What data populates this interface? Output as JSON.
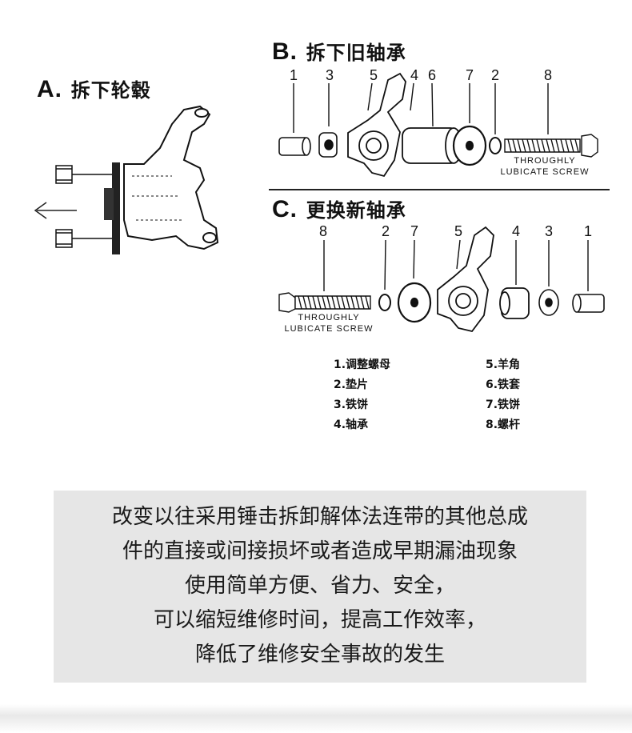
{
  "section_a": {
    "letter": "A.",
    "title": "拆下轮毂"
  },
  "section_b": {
    "letter": "B.",
    "title": "拆下旧轴承",
    "callouts": [
      "1",
      "3",
      "5",
      "4",
      "6",
      "7",
      "2",
      "8"
    ],
    "screw_label_line1": "THROUGHLY",
    "screw_label_line2": "LUBICATE SCREW"
  },
  "section_c": {
    "letter": "C.",
    "title": "更换新轴承",
    "callouts": [
      "8",
      "2",
      "7",
      "5",
      "4",
      "3",
      "1"
    ],
    "screw_label_line1": "THROUGHLY",
    "screw_label_line2": "LUBICATE SCREW"
  },
  "legend": {
    "left": [
      "1.调整螺母",
      "2.垫片",
      "3.铁饼",
      "4.轴承"
    ],
    "right": [
      "5.羊角",
      "6.铁套",
      "7.铁饼",
      "8.螺杆"
    ]
  },
  "info": {
    "lines": [
      "改变以往采用锤击拆卸解体法连带的其他总成",
      "件的直接或间接损坏或者造成早期漏油现象",
      "使用简单方便、省力、安全，",
      "可以缩短维修时间，提高工作效率，",
      "降低了维修安全事故的发生"
    ]
  }
}
